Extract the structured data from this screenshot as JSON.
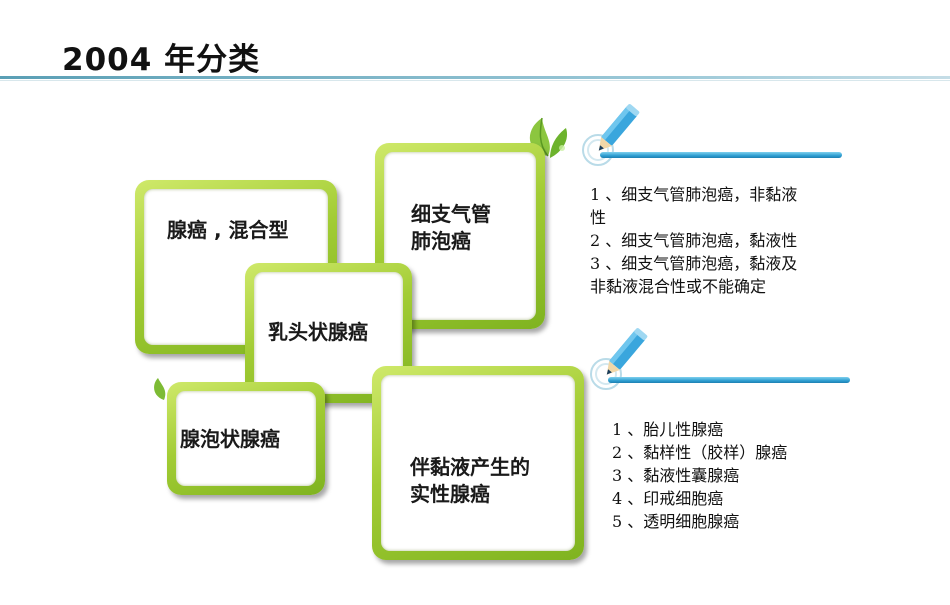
{
  "slide": {
    "title": "2004 年分类"
  },
  "cards": {
    "mixed": "腺癌 , 混合型",
    "bronchiolo_line1": "细支气管",
    "bronchiolo_line2": "肺泡癌",
    "papillary": "乳头状腺癌",
    "acinar": "腺泡状腺癌",
    "mucin_line1": "伴黏液产生的",
    "mucin_line2": "实性腺癌"
  },
  "list_top": {
    "items": [
      "1 、细支气管肺泡癌，非黏液",
      "性",
      "2 、细支气管肺泡癌，黏液性",
      "3 、细支气管肺泡癌，黏液及",
      "非黏液混合性或不能确定"
    ]
  },
  "list_bottom": {
    "items": [
      "1 、胎儿性腺癌",
      "2 、黏样性（胶样）腺癌",
      "3 、黏液性囊腺癌",
      "4 、印戒细胞癌",
      "5 、透明细胞腺癌"
    ]
  },
  "colors": {
    "card_green": "#a2cc34",
    "pencil_blue": "#2f9fd2",
    "rule": "#5a9fb5"
  },
  "icons": [
    "pencil-icon",
    "leaf-icon"
  ]
}
